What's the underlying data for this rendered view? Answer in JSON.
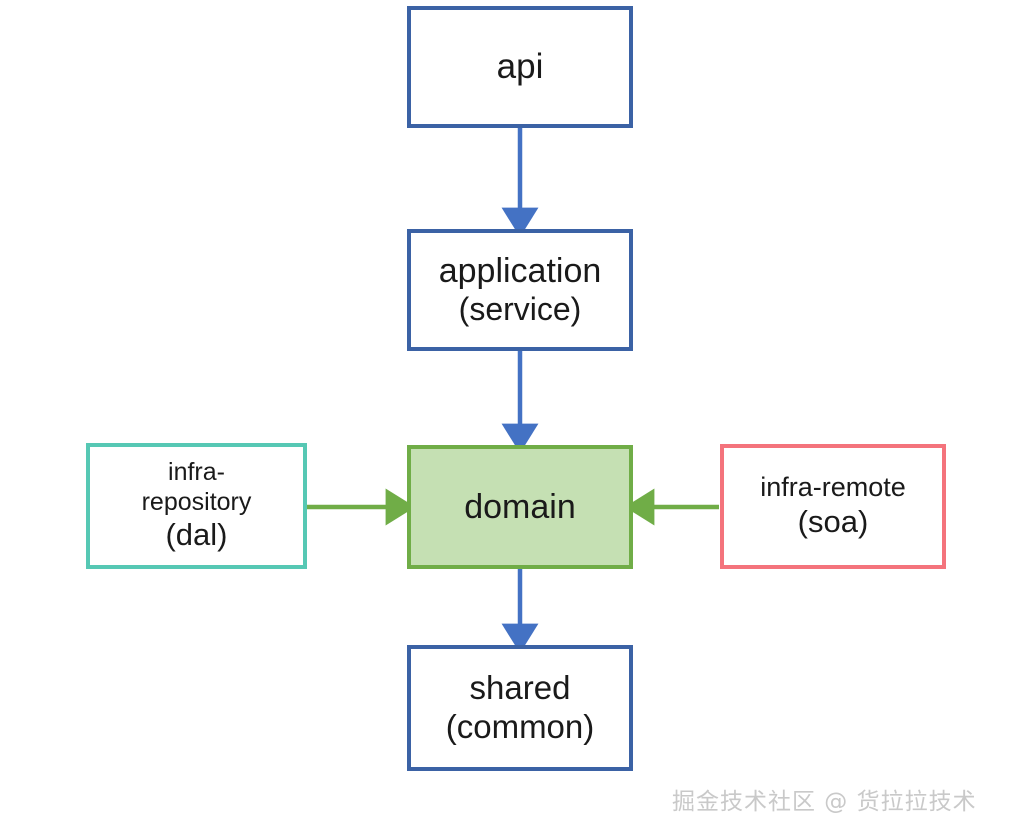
{
  "diagram": {
    "type": "layered-architecture-flow",
    "background_color": "#ffffff",
    "nodes": [
      {
        "id": "api",
        "line1": "api",
        "line2": "",
        "border_color": "#3b62a5",
        "fill_color": "#ffffff"
      },
      {
        "id": "application",
        "line1": "application",
        "line2": "(service)",
        "border_color": "#3b62a5",
        "fill_color": "#ffffff"
      },
      {
        "id": "domain",
        "line1": "domain",
        "line2": "",
        "border_color": "#70ad47",
        "fill_color": "#c5e0b3"
      },
      {
        "id": "infra-repository",
        "line1": "infra-",
        "line2": "repository",
        "line3": "(dal)",
        "border_color": "#56c8b4",
        "fill_color": "#ffffff"
      },
      {
        "id": "infra-remote",
        "line1": "infra-remote",
        "line2": "(soa)",
        "border_color": "#f4737c",
        "fill_color": "#ffffff"
      },
      {
        "id": "shared",
        "line1": "shared",
        "line2": "(common)",
        "border_color": "#3b62a5",
        "fill_color": "#ffffff"
      }
    ],
    "edges": [
      {
        "id": "api-to-application",
        "from": "api",
        "to": "application",
        "direction": "down",
        "color": "#4472c4"
      },
      {
        "id": "application-to-domain",
        "from": "application",
        "to": "domain",
        "direction": "down",
        "color": "#4472c4"
      },
      {
        "id": "domain-to-shared",
        "from": "domain",
        "to": "shared",
        "direction": "down",
        "color": "#4472c4"
      },
      {
        "id": "infra-repository-to-domain",
        "from": "infra-repository",
        "to": "domain",
        "direction": "right",
        "color": "#70ad47"
      },
      {
        "id": "infra-remote-to-domain",
        "from": "infra-remote",
        "to": "domain",
        "direction": "left",
        "color": "#70ad47"
      }
    ]
  },
  "watermark": {
    "text": "掘金技术社区 @ 货拉拉技术",
    "color": "#c9c9c9"
  }
}
